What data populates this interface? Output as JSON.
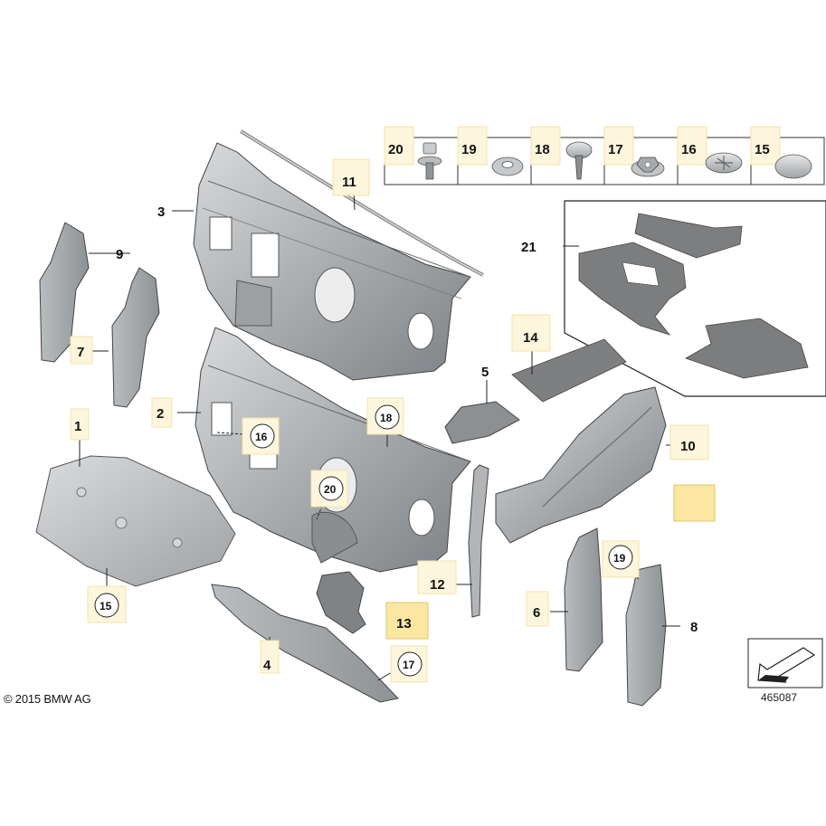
{
  "copyright": "© 2015 BMW AG",
  "figure_number": "465087",
  "callouts": [
    {
      "id": "c1",
      "text": "1"
    },
    {
      "id": "c2",
      "text": "2"
    },
    {
      "id": "c3",
      "text": "3"
    },
    {
      "id": "c4",
      "text": "4"
    },
    {
      "id": "c5",
      "text": "5"
    },
    {
      "id": "c6",
      "text": "6"
    },
    {
      "id": "c7",
      "text": "7"
    },
    {
      "id": "c8",
      "text": "8"
    },
    {
      "id": "c9",
      "text": "9"
    },
    {
      "id": "c10",
      "text": "10"
    },
    {
      "id": "c11",
      "text": "11"
    },
    {
      "id": "c12",
      "text": "12"
    },
    {
      "id": "c13",
      "text": "13"
    },
    {
      "id": "c14",
      "text": "14"
    },
    {
      "id": "c15",
      "text": "15"
    },
    {
      "id": "c16",
      "text": "16"
    },
    {
      "id": "c17",
      "text": "17"
    },
    {
      "id": "c18",
      "text": "18"
    },
    {
      "id": "c19",
      "text": "19"
    },
    {
      "id": "c20",
      "text": "20"
    },
    {
      "id": "c21",
      "text": "21"
    }
  ],
  "fastener_strip": [
    "20",
    "19",
    "18",
    "17",
    "16",
    "15"
  ],
  "colors": {
    "highlight": "#fbe7a1",
    "part_light": "#c9ccce",
    "part_mid": "#a3a7aa",
    "part_dark": "#6f7478",
    "felt": "#7d7f80",
    "line": "#222222"
  }
}
